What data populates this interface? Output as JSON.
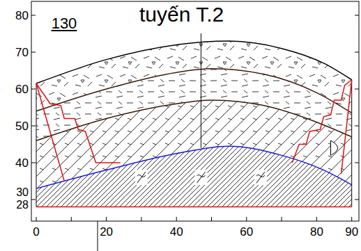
{
  "diagram": {
    "title": "tuyến T.2",
    "labels": [
      "130",
      "80",
      "70",
      "60",
      "50",
      "40",
      "30",
      "28",
      "0",
      "20",
      "40",
      "60",
      "80",
      "90"
    ]
  }
}
